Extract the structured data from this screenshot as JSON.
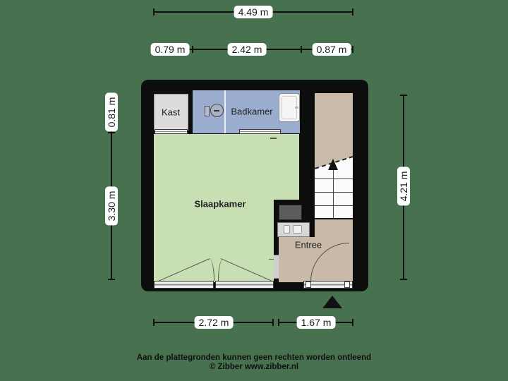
{
  "plan": {
    "rooms": {
      "kast": "Kast",
      "badkamer": "Badkamer",
      "slaapkamer": "Slaapkamer",
      "entree": "Entree"
    },
    "colors": {
      "background": "#47714f",
      "wall": "#0d0d0d",
      "kast_floor": "#dcdcdc",
      "badkamer_floor": "#9badcf",
      "slaapkamer_floor": "#c7dfb3",
      "entree_floor": "#c9b9a8",
      "stairs_floor": "#fbfbfb",
      "stairs_landing": "#c9bba9"
    },
    "icons": {
      "toilet": "toilet-icon",
      "bathtub": "bathtub-icon",
      "stairs_up_arrow": "stairs-up-arrow-icon",
      "meter_cupboard": "meter-cupboard-icon",
      "entrance_marker": "entrance-arrow-icon"
    }
  },
  "dimensions": {
    "top_total": "4.49 m",
    "top_segments": [
      "0.79 m",
      "2.42 m",
      "0.87 m"
    ],
    "left_segments": [
      "0.81 m",
      "3.30 m"
    ],
    "right_total": "4.21 m",
    "bottom_segments": [
      "2.72 m",
      "1.67 m"
    ]
  },
  "footer": {
    "disclaimer": "Aan de plattegronden kunnen geen rechten worden ontleend",
    "credit": "© Zibber www.zibber.nl"
  }
}
